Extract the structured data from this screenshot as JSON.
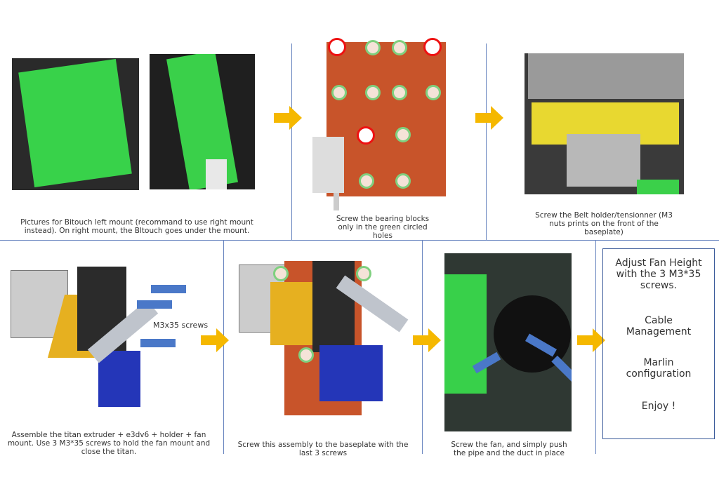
{
  "steps": [
    {
      "caption": "Pictures for Bitouch left mount (recommand to use right mount instead). On right mount, the Bltouch goes under the mount."
    },
    {
      "caption": "Screw the bearing blocks only in the green circled holes"
    },
    {
      "caption": "Screw the Belt holder/tensionner (M3 nuts prints on the front of the baseplate)"
    },
    {
      "caption": "Assemble the titan extruder + e3dv6 + holder + fan mount. Use 3 M3*35 screws to hold the fan mount and close the titan.",
      "label": "M3x35 screws"
    },
    {
      "caption": "Screw this assembly to the baseplate with the last 3 screws"
    },
    {
      "caption": "Screw the fan, and simply push the pipe and the duct in place"
    }
  ],
  "final_box": [
    "Adjust Fan Height with the 3 M3*35 screws.",
    "Cable Management",
    "Marlin configuration",
    "Enjoy !"
  ],
  "colors": {
    "arrow": "#f5b800",
    "line": "#6a86c0",
    "green_part": "#3fd34a",
    "baseplate": "#c8542a"
  }
}
